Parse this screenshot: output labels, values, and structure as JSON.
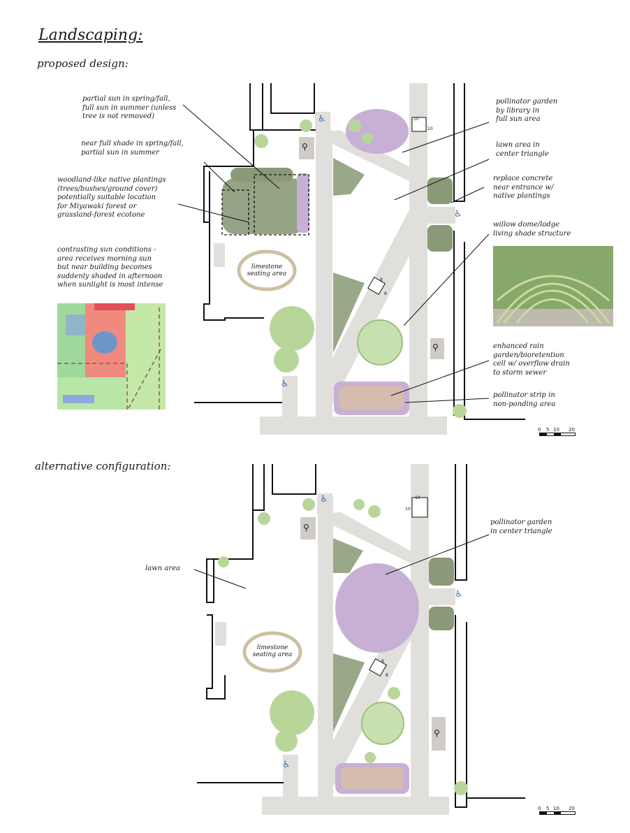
{
  "page_title": "Landscaping:",
  "section1": {
    "heading": "proposed design:",
    "notes": [
      "partial sun in spring/fall,\nfull sun in summer (unless\ntree is not removed)",
      "near full shade in spring/fall,\npartial sun in summer",
      "woodland-like native plantings\n(trees/bushes/ground cover)\npotentially suitable location\nfor Miyawaki forest or\ngrassland-forest ecotone",
      "contrasting sun conditions -\narea receives morning sun\nbut near building becomes\nsuddenly shaded in afternoon\nwhen sunlight is most intense",
      "pollinator garden\nby library in\nfull sun area",
      "lawn area in\ncenter triangle",
      "replace concrete\nnear entrance w/\nnative plantings",
      "willow dome/lodge\nliving shade structure",
      "enhanced rain\ngarden/bioretention\ncell w/ overflow drain\nto storm sewer",
      "pollinator strip in\nnon-ponding area"
    ],
    "seating_label": "limestone\nseating area",
    "dim_big": "10",
    "dim_small": "8",
    "scale": [
      "0",
      "5",
      "10",
      "20"
    ]
  },
  "section2": {
    "heading": "alternative configuration:",
    "notes": [
      "lawn area",
      "pollinator garden\nin center triangle"
    ],
    "seating_label": "limestone\nseating area",
    "dim_big": "10",
    "dim_small": "8",
    "scale": [
      "0",
      "5",
      "10",
      "20"
    ]
  },
  "icons": {
    "accessible": "accessible-icon",
    "bike": "bike-rack-icon"
  },
  "colors": {
    "path": "#e1dfdc",
    "woodland": "#8a9a78",
    "light_green": "#b9d69a",
    "pollinator": "#c8b0d4",
    "rain_garden": "#d5bcae",
    "seating": "#cdbfa3",
    "accessible_blue": "#3f6fa8"
  }
}
